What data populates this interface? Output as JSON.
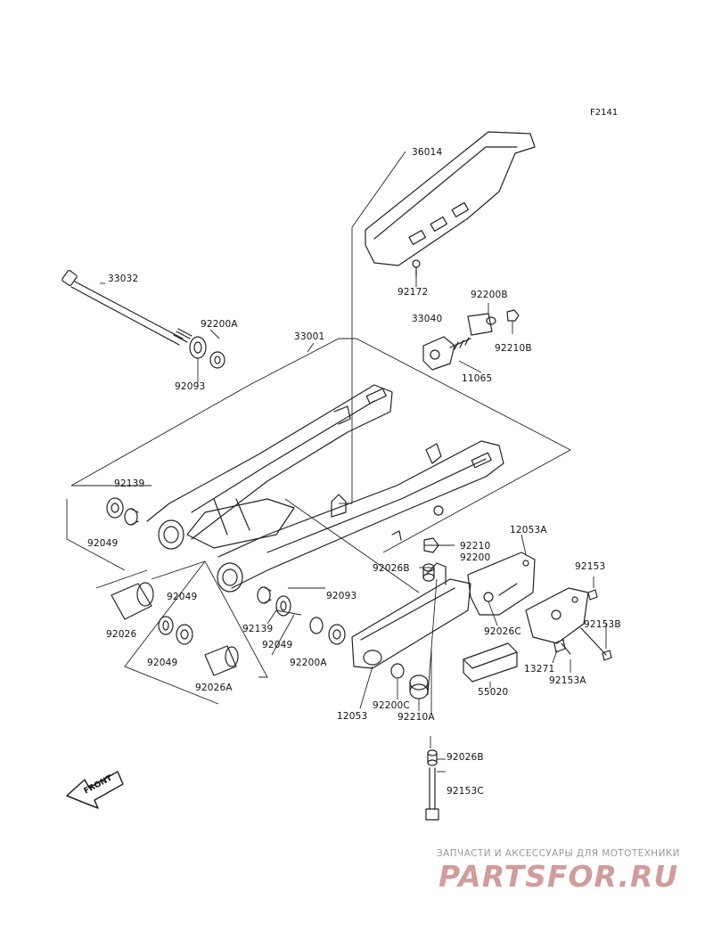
{
  "figure_code": "F2141",
  "front_label": "FRONT",
  "watermark": {
    "tagline": "ЗАПЧАСТИ И АКСЕССУАРЫ ДЛЯ МОТОТЕХНИКИ",
    "logo": "PARTSFOR.RU"
  },
  "part_labels": [
    "36014",
    "92172",
    "33032",
    "92200A",
    "92093",
    "33001",
    "33040",
    "92200B",
    "92210B",
    "11065",
    "92139",
    "92049",
    "92210",
    "92200",
    "12053A",
    "92153",
    "92026B",
    "92026C",
    "92093",
    "92153B",
    "92026",
    "92049",
    "92139",
    "92049",
    "13271",
    "92153A",
    "92049",
    "92200A",
    "92026A",
    "55020",
    "12053",
    "92200C",
    "92210A",
    "92026B",
    "92153C"
  ]
}
